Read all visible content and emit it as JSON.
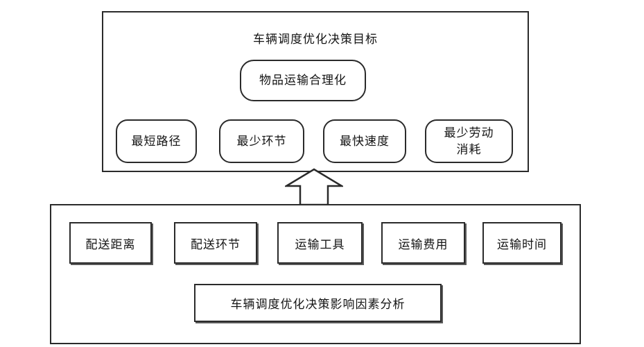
{
  "goal_section": {
    "title": "车辆调度优化决策目标",
    "main_goal": "物品运输合理化",
    "sub_goals": [
      "最短路径",
      "最少环节",
      "最快速度",
      "最少劳动\n消耗"
    ]
  },
  "factor_section": {
    "factors": [
      "配送距离",
      "配送环节",
      "运输工具",
      "运输费用",
      "运输时间"
    ],
    "analysis_label": "车辆调度优化决策影响因素分析"
  }
}
